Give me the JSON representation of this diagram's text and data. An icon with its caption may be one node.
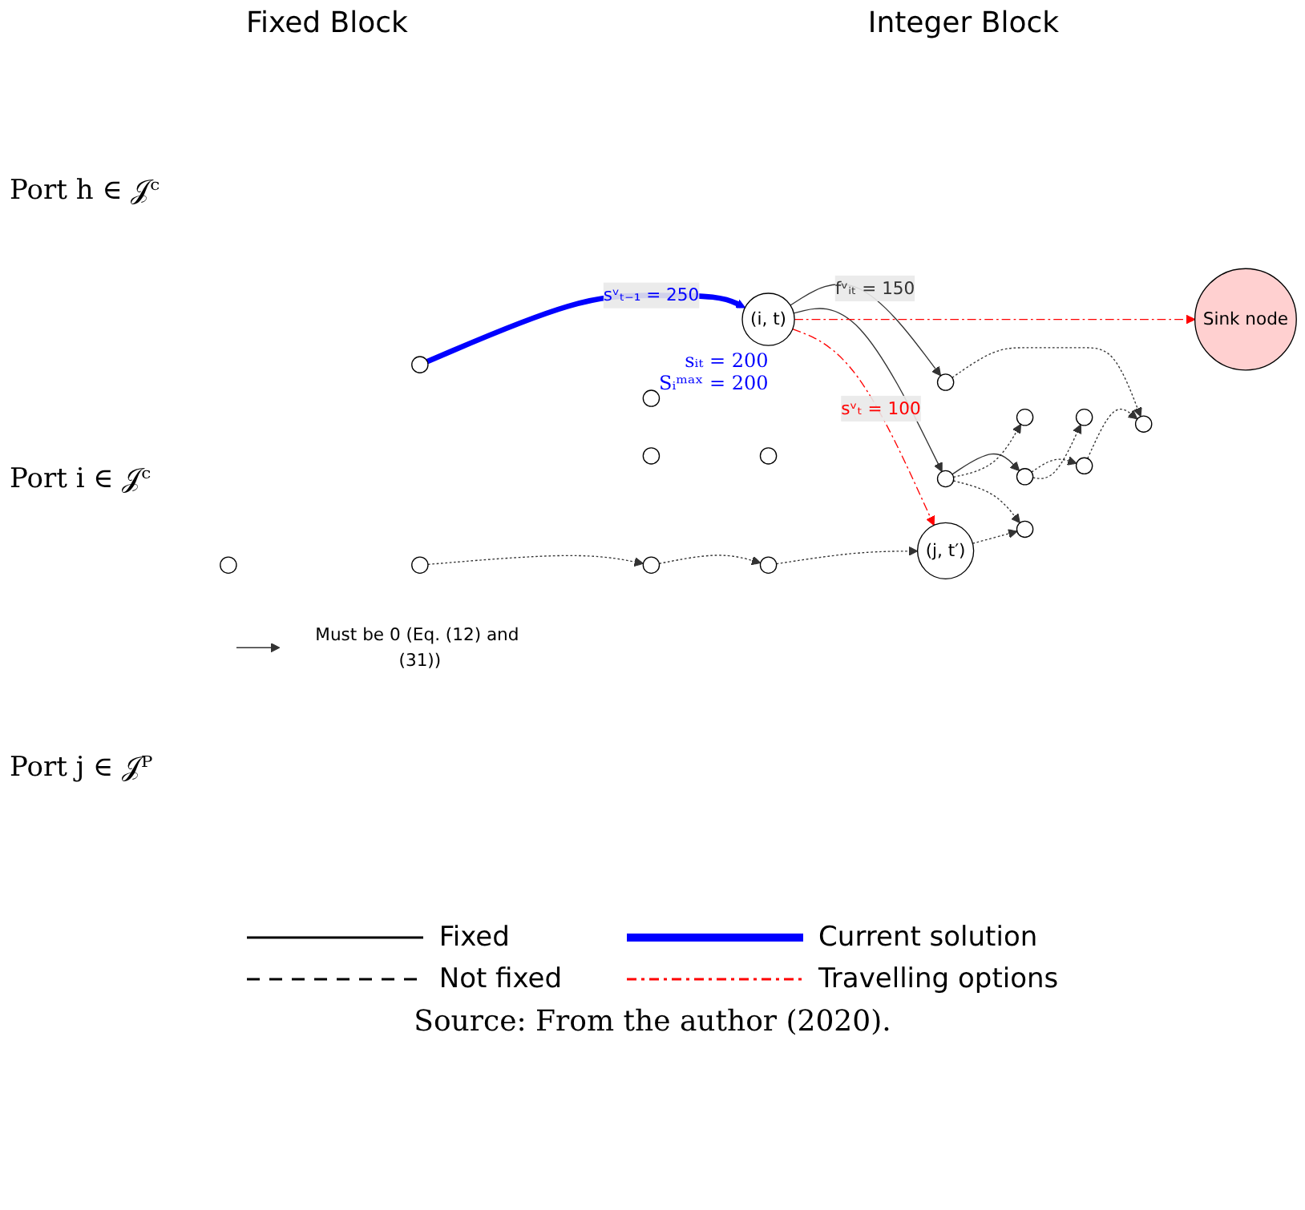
{
  "diagram": {
    "caption": "Source: From the author (2020).",
    "nodes": [
      {
        "text": [],
        "shape": "circle"
      },
      {
        "text": [],
        "shape": "circle"
      },
      {
        "text": [],
        "shape": "circle"
      },
      {
        "text": [],
        "shape": "circle"
      },
      {
        "text": [],
        "shape": "circle"
      },
      {
        "text": [],
        "shape": "circle"
      },
      {
        "text": [],
        "shape": "circle"
      },
      {
        "text": [
          "(i, t)"
        ],
        "beside": [
          "sᵢₜ = 200",
          "Sᵢᵐᵃˣ = 200"
        ]
      },
      {
        "text": [],
        "shape": "circle"
      },
      {
        "text": [],
        "shape": "circle"
      },
      {
        "text": [],
        "shape": "circle"
      },
      {
        "text": [],
        "shape": "circle"
      },
      {
        "text": [
          "Sink node"
        ]
      },
      {
        "text": [],
        "shape": "circle"
      },
      {
        "text": [],
        "shape": "circle"
      },
      {
        "text": [],
        "shape": "circle"
      },
      {
        "text": [],
        "shape": "circle"
      },
      {
        "text": [
          "(j, t′)"
        ]
      },
      {
        "text": [],
        "shape": "circle"
      },
      {
        "text": [
          "Must be 0 (Eq. (12) and (31))"
        ]
      }
    ],
    "edges": [
      {
        "from": 0,
        "to": 7,
        "arrow": "to",
        "label": "sᵛₜ₋₁ = 250",
        "style": "thick",
        "color": "#0000ff"
      },
      {
        "from": 7,
        "to": 3,
        "arrow": "to",
        "label": "fᵛᵢₜ = 150"
      },
      {
        "from": 7,
        "to": 8,
        "arrow": "to"
      },
      {
        "from": 8,
        "to": 9,
        "arrow": "to"
      },
      {
        "from": 9,
        "to": 10,
        "arrow": "to",
        "style": "dashed"
      },
      {
        "from": 10,
        "to": 11,
        "arrow": "to",
        "style": "dashed"
      },
      {
        "from": 8,
        "to": 4,
        "arrow": "to",
        "style": "dashed"
      },
      {
        "from": 9,
        "to": 5,
        "arrow": "to",
        "style": "dashed"
      },
      {
        "from": 3,
        "to": 11,
        "arrow": "to",
        "style": "dashed"
      },
      {
        "from": 8,
        "to": 18,
        "arrow": "to",
        "style": "dashed"
      },
      {
        "from": 7,
        "to": 12,
        "arrow": "to",
        "style": "dashed",
        "color": "#ff0000"
      },
      {
        "from": 7,
        "to": 17,
        "arrow": "to",
        "label": "sᵛₜ = 100",
        "style": "dashed",
        "color": "#ff0000"
      },
      {
        "from": 14,
        "to": 15,
        "arrow": "to",
        "style": "dashed"
      },
      {
        "from": 15,
        "to": 16,
        "arrow": "to",
        "style": "dashed"
      },
      {
        "from": 16,
        "to": 17,
        "arrow": "to",
        "style": "dashed"
      },
      {
        "from": 17,
        "to": 18,
        "arrow": "to",
        "style": "dashed"
      },
      {
        "from": null,
        "to": 19,
        "arrow": "to"
      }
    ],
    "labels": [
      "Fixed Block",
      "Integer Block",
      "Port h ∈ 𝒥ᶜ",
      "Port i ∈ 𝒥ᶜ",
      "Port j ∈ 𝒥ᴾ"
    ],
    "legend": [
      {
        "text": "Fixed"
      },
      {
        "text": "Current solution"
      },
      {
        "text": "Not fixed"
      },
      {
        "text": "Travelling options"
      }
    ]
  }
}
